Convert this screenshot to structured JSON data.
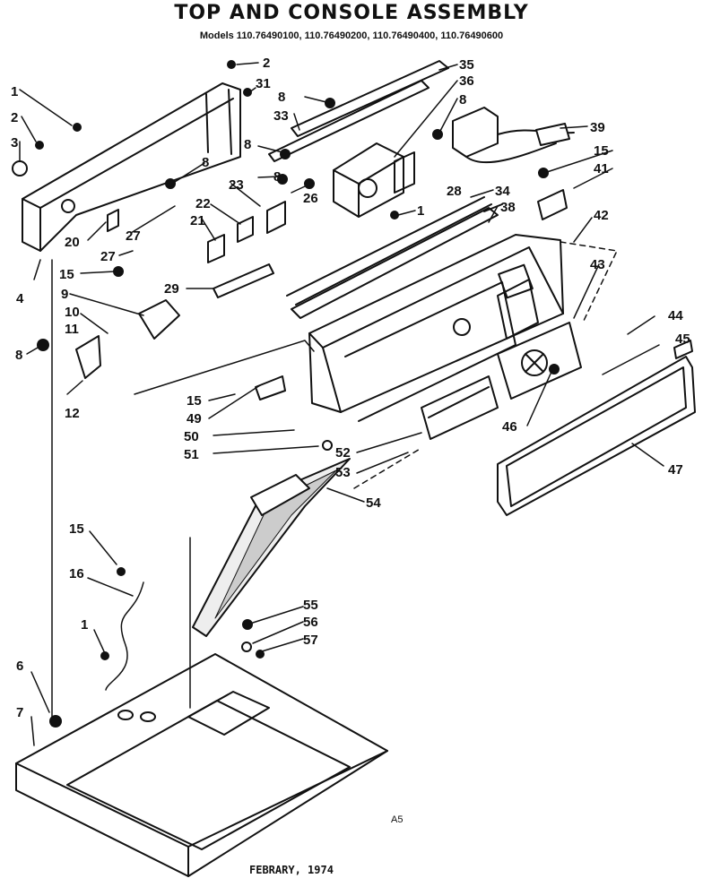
{
  "title": "TOP AND CONSOLE ASSEMBLY",
  "models": "Models 110.76490100, 110.76490200, 110.76490400, 110.76490600",
  "labels": {
    "l1a": "1",
    "l2a": "2",
    "l3": "3",
    "l4": "4",
    "l2b": "2",
    "l31": "31",
    "l8a": "8",
    "l33": "33",
    "l35": "35",
    "l36": "36",
    "l8b": "8",
    "l39": "39",
    "l15a": "15",
    "l41": "41",
    "l8c": "8",
    "l8d": "8",
    "l23": "23",
    "l8e": "8",
    "l26": "26",
    "l28": "28",
    "l1b": "1",
    "l34": "34",
    "l38": "38",
    "l42": "42",
    "l43": "43",
    "l20": "20",
    "l27a": "27",
    "l22": "22",
    "l21": "21",
    "l27b": "27",
    "l15b": "15",
    "l29": "29",
    "l9": "9",
    "l10": "10",
    "l11": "11",
    "l8f": "8",
    "l12": "12",
    "l44": "44",
    "l45": "45",
    "l15c": "15",
    "l49": "49",
    "l50": "50",
    "l51": "51",
    "l46": "46",
    "l52": "52",
    "l53": "53",
    "l47": "47",
    "l54": "54",
    "l15d": "15",
    "l16": "16",
    "l1c": "1",
    "l55": "55",
    "l56": "56",
    "l57": "57",
    "l6": "6",
    "l7": "7"
  },
  "page_code": "A5",
  "date": "FEBRARY,  1974"
}
